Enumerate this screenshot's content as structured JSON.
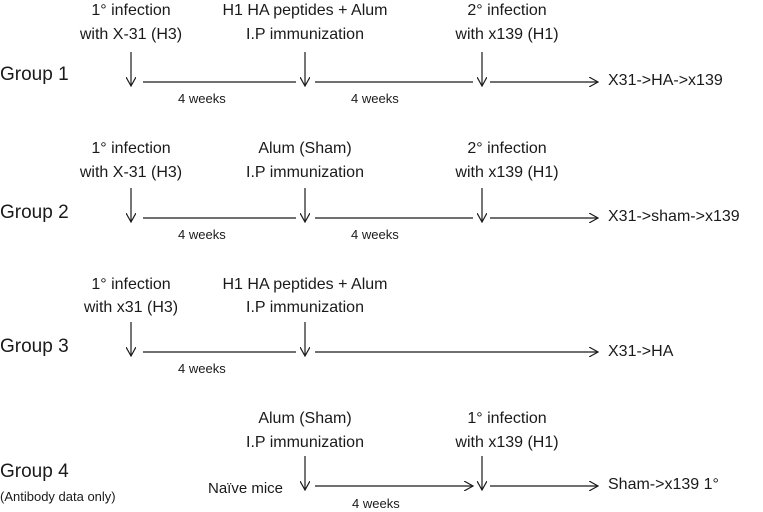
{
  "groups": [
    {
      "name": "Group 1",
      "events": [
        {
          "line1": "1° infection",
          "line2": "with X-31 (H3)"
        },
        {
          "line1": "H1 HA peptides + Alum",
          "line2": "I.P immunization"
        },
        {
          "line1": "2° infection",
          "line2": "with x139 (H1)"
        }
      ],
      "intervals": [
        "4 weeks",
        "4 weeks"
      ],
      "outcome": "X31->HA->x139"
    },
    {
      "name": "Group 2",
      "events": [
        {
          "line1": "1° infection",
          "line2": "with X-31 (H3)"
        },
        {
          "line1": "Alum (Sham)",
          "line2": "I.P immunization"
        },
        {
          "line1": "2° infection",
          "line2": "with x139 (H1)"
        }
      ],
      "intervals": [
        "4 weeks",
        "4 weeks"
      ],
      "outcome": "X31->sham->x139"
    },
    {
      "name": "Group 3",
      "events": [
        {
          "line1": "1° infection",
          "line2": "with x31 (H3)"
        },
        {
          "line1": "H1 HA peptides + Alum",
          "line2": "I.P immunization"
        }
      ],
      "intervals": [
        "4 weeks"
      ],
      "outcome": "X31->HA"
    },
    {
      "name": "Group 4",
      "note": "(Antibody data only)",
      "start_label": "Naïve mice",
      "events": [
        {
          "line1": "Alum (Sham)",
          "line2": "I.P immunization"
        },
        {
          "line1": "1° infection",
          "line2": "with x139 (H1)"
        }
      ],
      "intervals": [
        "4 weeks"
      ],
      "outcome": "Sham->x139 1°"
    }
  ]
}
